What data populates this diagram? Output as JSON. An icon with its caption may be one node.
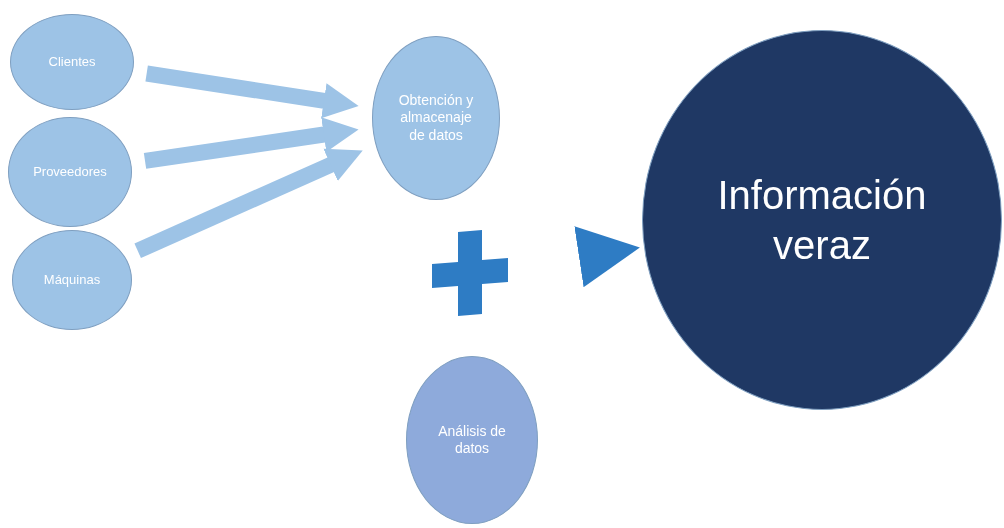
{
  "diagram": {
    "nodes": [
      {
        "text": [
          "Clientes"
        ]
      },
      {
        "text": [
          "Proveedores"
        ]
      },
      {
        "text": [
          "Máquinas"
        ]
      },
      {
        "text": [
          "Obtención y almacenaje de datos"
        ]
      },
      {
        "text": [
          "Análisis de datos"
        ]
      },
      {
        "text": [
          "Información veraz"
        ]
      }
    ],
    "edges": [
      {
        "from": 0,
        "to": 3,
        "arrow": "to"
      },
      {
        "from": 1,
        "to": 3,
        "arrow": "to"
      },
      {
        "from": 2,
        "to": 3,
        "arrow": "to"
      },
      {
        "from": null,
        "to": 5,
        "arrow": "to",
        "color": "#2e7cc4"
      }
    ]
  }
}
